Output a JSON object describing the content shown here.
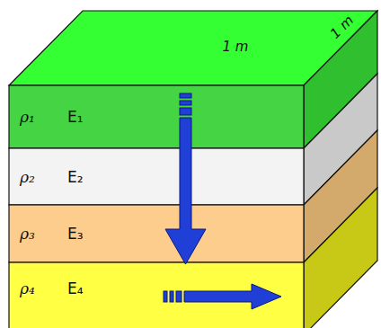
{
  "diagram": {
    "nodes": [
      {
        "text": [
          "ρ₁",
          "E₁"
        ]
      },
      {
        "text": [
          "ρ₂",
          "E₂"
        ]
      },
      {
        "text": [
          "ρ₃",
          "E₃"
        ]
      },
      {
        "text": [
          "ρ₄",
          "E₄"
        ]
      }
    ],
    "labels": [
      "1 m",
      "1 m"
    ]
  }
}
